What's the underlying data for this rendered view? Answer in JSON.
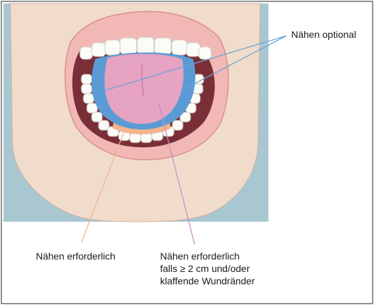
{
  "labels": {
    "optional": "Nähen optional",
    "required": "Nähen erforderlich",
    "conditional": [
      "Nähen erforderlich",
      "falls ≥ 2 cm und/oder",
      "klaffende Wundränder"
    ]
  },
  "colors": {
    "background_panel": "#a9c7d1",
    "skin": "#f1dccb",
    "lips": "#f2b8b5",
    "mouth_interior": "#7a2f38",
    "tongue": "#e6a3c2",
    "teeth": "#fbfbf7",
    "optional_zone": "#5a9bd6",
    "required_zone": "#f2b48c",
    "conditional_zone": "#e6a3c2",
    "line_optional": "#6ea3d8",
    "line_required": "#f2b48c",
    "line_conditional": "#c98cc6"
  }
}
